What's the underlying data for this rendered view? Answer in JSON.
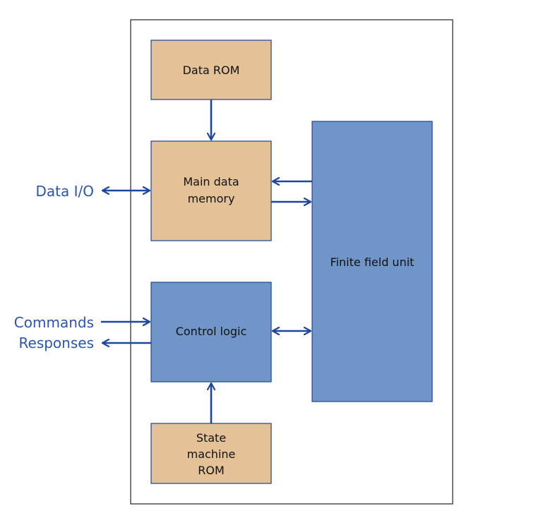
{
  "colors": {
    "rom_fill": "#e4c197",
    "logic_fill": "#7096c9",
    "box_stroke": "#2a4d9c",
    "arrow": "#1e46a0",
    "label_blue": "#2a55b0",
    "frame_stroke": "#333333"
  },
  "blocks": {
    "data_rom": {
      "label": "Data ROM"
    },
    "main_memory": {
      "line1": "Main data",
      "line2": "memory"
    },
    "control_logic": {
      "label": "Control logic"
    },
    "state_rom": {
      "line1": "State",
      "line2": "machine",
      "line3": "ROM"
    },
    "ffu": {
      "label": "Finite field unit"
    }
  },
  "external": {
    "data_io": "Data I/O",
    "commands": "Commands",
    "responses": "Responses"
  }
}
